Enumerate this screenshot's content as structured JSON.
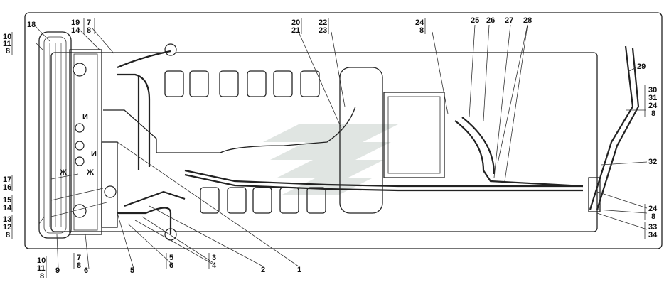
{
  "callouts": {
    "c1": "1",
    "c2": "2",
    "c3": "3",
    "c4": "4",
    "c5": "5",
    "c6": "6",
    "c7": "7",
    "c8": "8",
    "c9": "9",
    "c10": "10",
    "c11": "11",
    "c12": "12",
    "c13": "13",
    "c14": "14",
    "c15": "15",
    "c16": "16",
    "c17": "17",
    "c18": "18",
    "c19": "19",
    "c20": "20",
    "c21": "21",
    "c22": "22",
    "c23": "23",
    "c24": "24",
    "c25": "25",
    "c26": "26",
    "c27": "27",
    "c28": "28",
    "c29": "29",
    "c30": "30",
    "c31": "31",
    "c32": "32",
    "c33": "33",
    "c34": "34"
  },
  "section_marks": {
    "i": "И",
    "zh": "Ж"
  },
  "colors": {
    "line": "#222222",
    "watermark": "#c8d0cc",
    "background": "#ffffff"
  }
}
